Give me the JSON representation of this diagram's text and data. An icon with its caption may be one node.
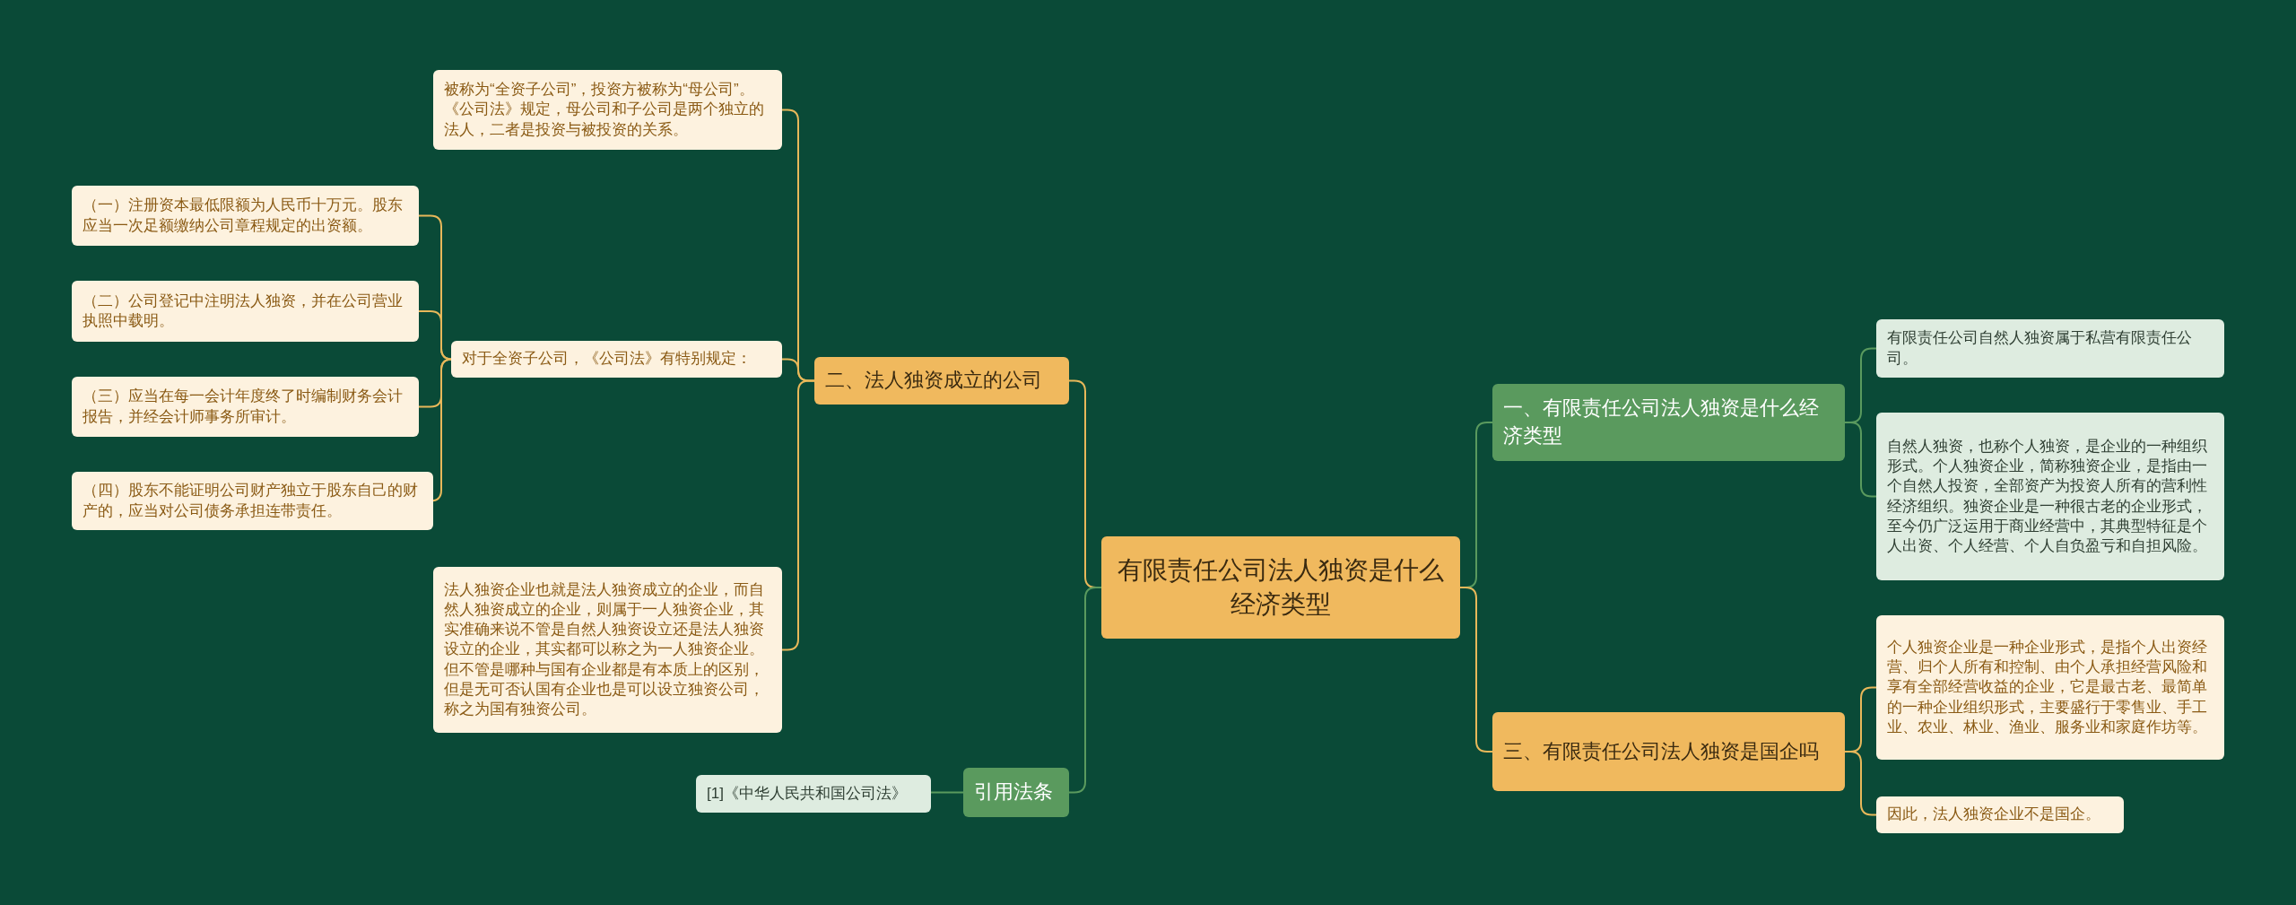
{
  "diagram": {
    "nodes": [
      {
        "text": [
          "有限责任公司法人独资是什么经济类型"
        ]
      },
      {
        "text": [
          "二、法人独资成立的公司"
        ]
      },
      {
        "text": [
          "被称为“全资子公司”，投资方被称为“母公司”。《公司法》规定，母公司和子公司是两个独立的法人，二者是投资与被投资的关系。"
        ]
      },
      {
        "text": [
          "对于全资子公司，《公司法》有特别规定："
        ]
      },
      {
        "text": [
          "（一）注册资本最低限额为人民币十万元。股东应当一次足额缴纳公司章程规定的出资额。"
        ]
      },
      {
        "text": [
          "（二）公司登记中注明法人独资，并在公司营业执照中载明。"
        ]
      },
      {
        "text": [
          "（三）应当在每一会计年度终了时编制财务会计报告，并经会计师事务所审计。"
        ]
      },
      {
        "text": [
          "（四）股东不能证明公司财产独立于股东自己的财产的，应当对公司债务承担连带责任。"
        ]
      },
      {
        "text": [
          "法人独资企业也就是法人独资成立的企业，而自然人独资成立的企业，则属于一人独资企业，其实准确来说不管是自然人独资设立还是法人独资设立的企业，其实都可以称之为一人独资企业。但不管是哪种与国有企业都是有本质上的区别，但是无可否认国有企业也是可以设立独资公司，称之为国有独资公司。"
        ]
      },
      {
        "text": [
          "引用法条"
        ]
      },
      {
        "text": [
          "[1]《中华人民共和国公司法》"
        ]
      },
      {
        "text": [
          "一、有限责任公司法人独资是什么经济类型"
        ]
      },
      {
        "text": [
          "有限责任公司自然人独资属于私营有限责任公司。"
        ]
      },
      {
        "text": [
          "自然人独资，也称个人独资，是企业的一种组织形式。个人独资企业，简称独资企业，是指由一个自然人投资，全部资产为投资人所有的营利性经济组织。独资企业是一种很古老的企业形式，至今仍广泛运用于商业经营中，其典型特征是个人出资、个人经营、个人自负盈亏和自担风险。"
        ]
      },
      {
        "text": [
          "三、有限责任公司法人独资是国企吗"
        ]
      },
      {
        "text": [
          "个人独资企业是一种企业形式，是指个人出资经营、归个人所有和控制、由个人承担经营风险和享有全部经营收益的企业，它是最古老、最简单的一种企业组织形式，主要盛行于零售业、手工业、农业、林业、渔业、服务业和家庭作坊等。"
        ]
      },
      {
        "text": [
          "因此，法人独资企业不是国企。"
        ]
      }
    ],
    "edges": [
      {
        "from": 0,
        "to": 1,
        "arrow": "none"
      },
      {
        "from": 1,
        "to": 2,
        "arrow": "none"
      },
      {
        "from": 1,
        "to": 3,
        "arrow": "none"
      },
      {
        "from": 3,
        "to": 4,
        "arrow": "none"
      },
      {
        "from": 3,
        "to": 5,
        "arrow": "none"
      },
      {
        "from": 3,
        "to": 6,
        "arrow": "none"
      },
      {
        "from": 3,
        "to": 7,
        "arrow": "none"
      },
      {
        "from": 1,
        "to": 8,
        "arrow": "none"
      },
      {
        "from": 0,
        "to": 9,
        "arrow": "none",
        "color": "#5a9a5e"
      },
      {
        "from": 9,
        "to": 10,
        "arrow": "none",
        "color": "#5a9a5e"
      },
      {
        "from": 0,
        "to": 11,
        "arrow": "none",
        "color": "#5a9a5e"
      },
      {
        "from": 11,
        "to": 12,
        "arrow": "none",
        "color": "#5a9a5e"
      },
      {
        "from": 11,
        "to": 13,
        "arrow": "none",
        "color": "#5a9a5e"
      },
      {
        "from": 0,
        "to": 14,
        "arrow": "none"
      },
      {
        "from": 14,
        "to": 15,
        "arrow": "none"
      },
      {
        "from": 14,
        "to": 16,
        "arrow": "none"
      }
    ]
  }
}
